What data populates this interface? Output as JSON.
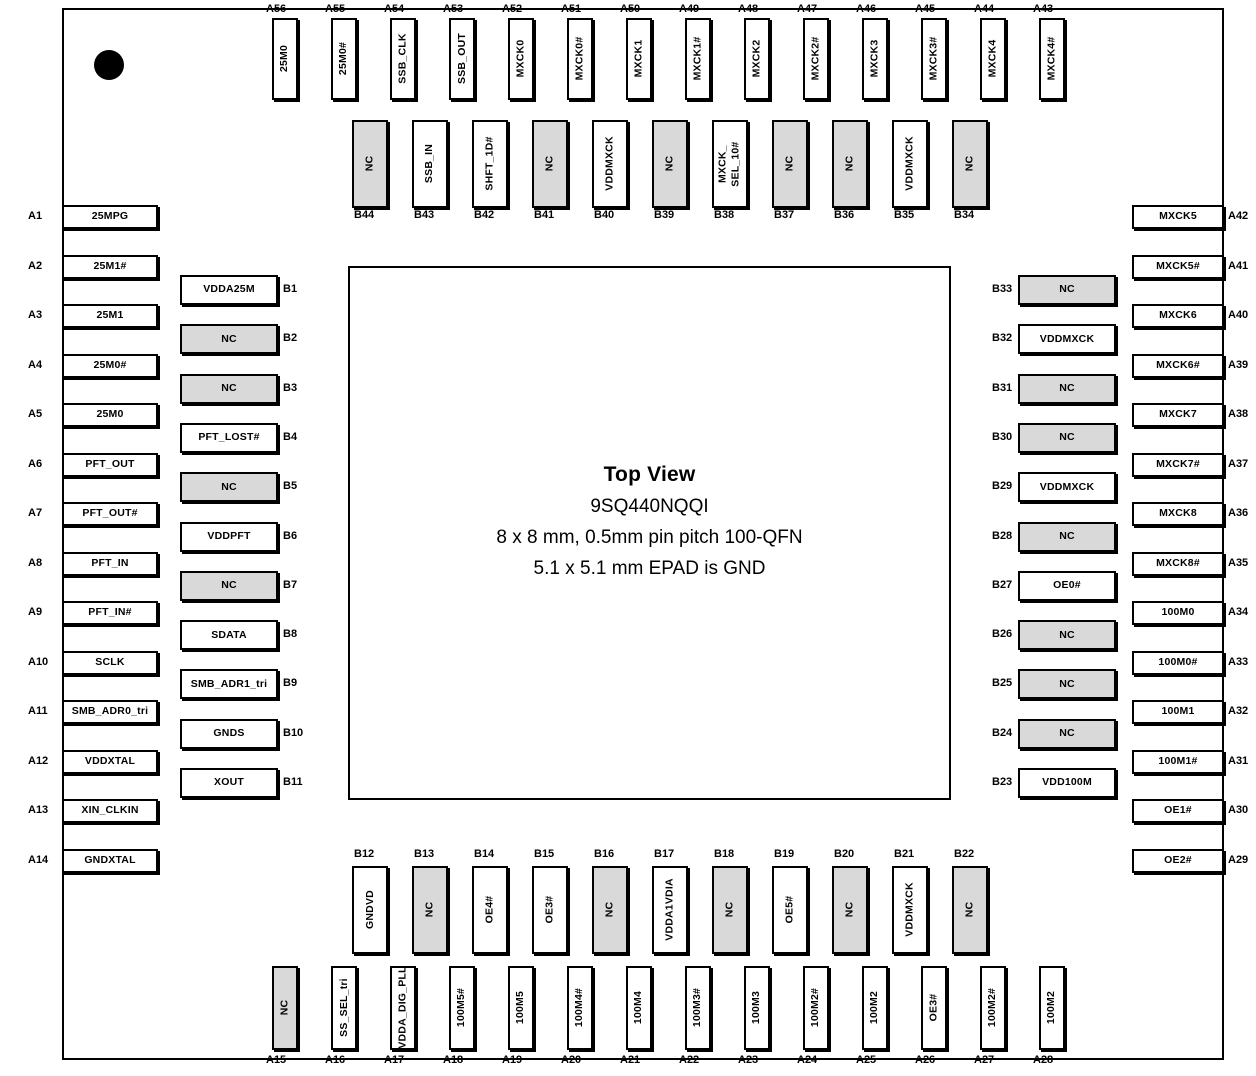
{
  "diagram": {
    "title_lines": [
      "Top View",
      "9SQ440NQQI",
      "8  x 8 mm, 0.5mm pin pitch 100-QFN",
      "5.1  x 5.1 mm EPAD is GND"
    ],
    "nc_label": "NC",
    "nc_fill": "#d9d9d9",
    "line_color": "#000000",
    "background": "#ffffff"
  },
  "pins": {
    "top_outer": [
      {
        "num": "A56",
        "label": "25M0"
      },
      {
        "num": "A55",
        "label": "25M0#"
      },
      {
        "num": "A54",
        "label": "SSB_CLK"
      },
      {
        "num": "A53",
        "label": "SSB_OUT"
      },
      {
        "num": "A52",
        "label": "MXCK0"
      },
      {
        "num": "A51",
        "label": "MXCK0#"
      },
      {
        "num": "A50",
        "label": "MXCK1"
      },
      {
        "num": "A49",
        "label": "MXCK1#"
      },
      {
        "num": "A48",
        "label": "MXCK2"
      },
      {
        "num": "A47",
        "label": "MXCK2#"
      },
      {
        "num": "A46",
        "label": "MXCK3"
      },
      {
        "num": "A45",
        "label": "MXCK3#"
      },
      {
        "num": "A44",
        "label": "MXCK4"
      },
      {
        "num": "A43",
        "label": "MXCK4#"
      }
    ],
    "top_inner": [
      {
        "num": "B44",
        "label": "NC",
        "nc": true
      },
      {
        "num": "B43",
        "label": "SSB_IN",
        "nc": false
      },
      {
        "num": "B42",
        "label": "SHFT_1D#",
        "nc": false
      },
      {
        "num": "B41",
        "label": "NC",
        "nc": true
      },
      {
        "num": "B40",
        "label": "VDDMXCK",
        "nc": false
      },
      {
        "num": "B39",
        "label": "NC",
        "nc": true
      },
      {
        "num": "B38",
        "label": "MXCK_\nSEL_10#",
        "nc": false
      },
      {
        "num": "B37",
        "label": "NC",
        "nc": true
      },
      {
        "num": "B36",
        "label": "NC",
        "nc": true
      },
      {
        "num": "B35",
        "label": "VDDMXCK",
        "nc": false
      },
      {
        "num": "B34",
        "label": "NC",
        "nc": true
      }
    ],
    "left_outer": [
      {
        "num": "A1",
        "label": "25MPG"
      },
      {
        "num": "A2",
        "label": "25M1#"
      },
      {
        "num": "A3",
        "label": "25M1"
      },
      {
        "num": "A4",
        "label": "25M0#"
      },
      {
        "num": "A5",
        "label": "25M0"
      },
      {
        "num": "A6",
        "label": "PFT_OUT"
      },
      {
        "num": "A7",
        "label": "PFT_OUT#"
      },
      {
        "num": "A8",
        "label": "PFT_IN"
      },
      {
        "num": "A9",
        "label": "PFT_IN#"
      },
      {
        "num": "A10",
        "label": "SCLK"
      },
      {
        "num": "A11",
        "label": "SMB_ADR0_tri"
      },
      {
        "num": "A12",
        "label": "VDDXTAL"
      },
      {
        "num": "A13",
        "label": "XIN_CLKIN"
      },
      {
        "num": "A14",
        "label": "GNDXTAL"
      }
    ],
    "left_inner": [
      {
        "num": "B1",
        "label": "VDDA25M",
        "nc": false
      },
      {
        "num": "B2",
        "label": "NC",
        "nc": true
      },
      {
        "num": "B3",
        "label": "NC",
        "nc": true
      },
      {
        "num": "B4",
        "label": "PFT_LOST#",
        "nc": false
      },
      {
        "num": "B5",
        "label": "NC",
        "nc": true
      },
      {
        "num": "B6",
        "label": "VDDPFT",
        "nc": false
      },
      {
        "num": "B7",
        "label": "NC",
        "nc": true
      },
      {
        "num": "B8",
        "label": "SDATA",
        "nc": false
      },
      {
        "num": "B9",
        "label": "SMB_ADR1_tri",
        "nc": false
      },
      {
        "num": "B10",
        "label": "GNDS",
        "nc": false
      },
      {
        "num": "B11",
        "label": "XOUT",
        "nc": false
      }
    ],
    "right_outer": [
      {
        "num": "A42",
        "label": "MXCK5"
      },
      {
        "num": "A41",
        "label": "MXCK5#"
      },
      {
        "num": "A40",
        "label": "MXCK6"
      },
      {
        "num": "A39",
        "label": "MXCK6#"
      },
      {
        "num": "A38",
        "label": "MXCK7"
      },
      {
        "num": "A37",
        "label": "MXCK7#"
      },
      {
        "num": "A36",
        "label": "MXCK8"
      },
      {
        "num": "A35",
        "label": "MXCK8#"
      },
      {
        "num": "A34",
        "label": "100M0"
      },
      {
        "num": "A33",
        "label": "100M0#"
      },
      {
        "num": "A32",
        "label": "100M1"
      },
      {
        "num": "A31",
        "label": "100M1#"
      },
      {
        "num": "A30",
        "label": "OE1#"
      },
      {
        "num": "A29",
        "label": "OE2#"
      }
    ],
    "right_inner": [
      {
        "num": "B33",
        "label": "NC",
        "nc": true
      },
      {
        "num": "B32",
        "label": "VDDMXCK",
        "nc": false
      },
      {
        "num": "B31",
        "label": "NC",
        "nc": true
      },
      {
        "num": "B30",
        "label": "NC",
        "nc": true
      },
      {
        "num": "B29",
        "label": "VDDMXCK",
        "nc": false
      },
      {
        "num": "B28",
        "label": "NC",
        "nc": true
      },
      {
        "num": "B27",
        "label": "OE0#",
        "nc": false
      },
      {
        "num": "B26",
        "label": "NC",
        "nc": true
      },
      {
        "num": "B25",
        "label": "NC",
        "nc": true
      },
      {
        "num": "B24",
        "label": "NC",
        "nc": true
      },
      {
        "num": "B23",
        "label": "VDD100M",
        "nc": false
      }
    ],
    "bottom_inner": [
      {
        "num": "B12",
        "label": "GNDVD",
        "nc": false
      },
      {
        "num": "B13",
        "label": "NC",
        "nc": true
      },
      {
        "num": "B14",
        "label": "OE4#",
        "nc": false
      },
      {
        "num": "B15",
        "label": "OE3#",
        "nc": false
      },
      {
        "num": "B16",
        "label": "NC",
        "nc": true
      },
      {
        "num": "B17",
        "label": "VDDA1VDIA",
        "nc": false
      },
      {
        "num": "B18",
        "label": "NC",
        "nc": true
      },
      {
        "num": "B19",
        "label": "OE5#",
        "nc": false
      },
      {
        "num": "B20",
        "label": "NC",
        "nc": true
      },
      {
        "num": "B21",
        "label": "VDDMXCK",
        "nc": false
      },
      {
        "num": "B22",
        "label": "NC",
        "nc": true
      }
    ],
    "bottom_outer": [
      {
        "num": "A15",
        "label": "NC",
        "nc": true
      },
      {
        "num": "A16",
        "label": "SS_SEL_tri",
        "nc": false
      },
      {
        "num": "A17",
        "label": "VDDA_DIG_PLL",
        "nc": false
      },
      {
        "num": "A18",
        "label": "100M5#",
        "nc": false
      },
      {
        "num": "A19",
        "label": "100M5",
        "nc": false
      },
      {
        "num": "A20",
        "label": "100M4#",
        "nc": false
      },
      {
        "num": "A21",
        "label": "100M4",
        "nc": false
      },
      {
        "num": "A22",
        "label": "100M3#",
        "nc": false
      },
      {
        "num": "A23",
        "label": "100M3",
        "nc": false
      },
      {
        "num": "A24",
        "label": "100M2#",
        "nc": false
      },
      {
        "num": "A25",
        "label": "100M2",
        "nc": false
      },
      {
        "num": "A26",
        "label": "OE3#",
        "nc": false
      },
      {
        "num": "A27",
        "label": "100M2#",
        "nc": false
      },
      {
        "num": "A28",
        "label": "100M2",
        "nc": false
      }
    ]
  }
}
